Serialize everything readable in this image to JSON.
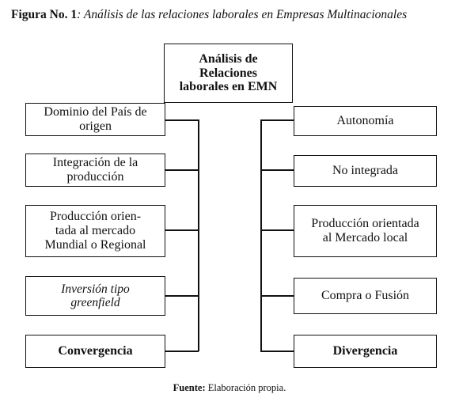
{
  "caption": {
    "label": "Figura No. 1",
    "title": ": Análisis de las relaciones laborales en Empresas Multinacionales"
  },
  "root": {
    "lines": [
      "Análisis de",
      "Relaciones",
      "laborales en EMN"
    ]
  },
  "left_boxes": [
    {
      "lines": [
        "Dominio del País de",
        "origen"
      ],
      "style": "normal"
    },
    {
      "lines": [
        "Integración de la",
        "producción"
      ],
      "style": "normal"
    },
    {
      "lines": [
        "Producción orien-",
        "tada al mercado",
        "Mundial o Regional"
      ],
      "style": "normal"
    },
    {
      "lines": [
        "Inversión tipo",
        "greenfield"
      ],
      "style": "italic"
    },
    {
      "lines": [
        "Convergencia"
      ],
      "style": "bold"
    }
  ],
  "right_boxes": [
    {
      "lines": [
        "Autonomía"
      ],
      "style": "normal"
    },
    {
      "lines": [
        "No integrada"
      ],
      "style": "normal"
    },
    {
      "lines": [
        "Producción orientada",
        "al Mercado local"
      ],
      "style": "normal"
    },
    {
      "lines": [
        "Compra o Fusión"
      ],
      "style": "normal"
    },
    {
      "lines": [
        "Divergencia"
      ],
      "style": "bold"
    }
  ],
  "source": {
    "label": "Fuente:",
    "text": " Elaboración propia."
  }
}
